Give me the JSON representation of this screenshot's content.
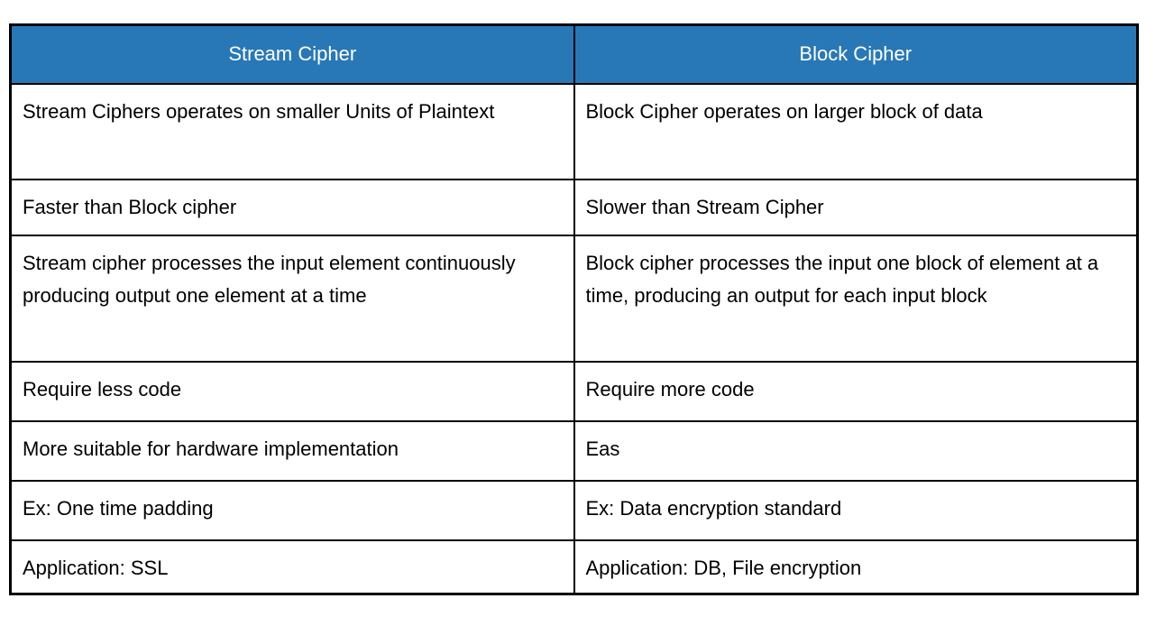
{
  "page": {
    "background_color": "#ffffff",
    "text_color": "#000000",
    "border_color": "#000000"
  },
  "table": {
    "header": {
      "background_color": "#2878B8",
      "text_color": "#ffffff",
      "columns": [
        {
          "label": "Stream Cipher"
        },
        {
          "label": "Block Cipher"
        }
      ]
    },
    "rows": [
      {
        "stream": "Stream Ciphers operates on smaller Units of Plaintext",
        "block": "Block Cipher operates on larger block of data"
      },
      {
        "stream": "Faster than Block cipher",
        "block": "Slower than Stream Cipher"
      },
      {
        "stream": "Stream cipher processes the input element continuously producing output one element at a time",
        "block": "Block cipher processes the input one block of element at a time, producing an output for each input block"
      },
      {
        "stream": "Require less code",
        "block": "Require more code"
      },
      {
        "stream": "More suitable for hardware implementation",
        "block": "Eas"
      },
      {
        "stream": "Ex: One time padding",
        "block": "Ex: Data encryption standard"
      },
      {
        "stream": "Application: SSL",
        "block": "Application: DB, File encryption"
      }
    ]
  }
}
